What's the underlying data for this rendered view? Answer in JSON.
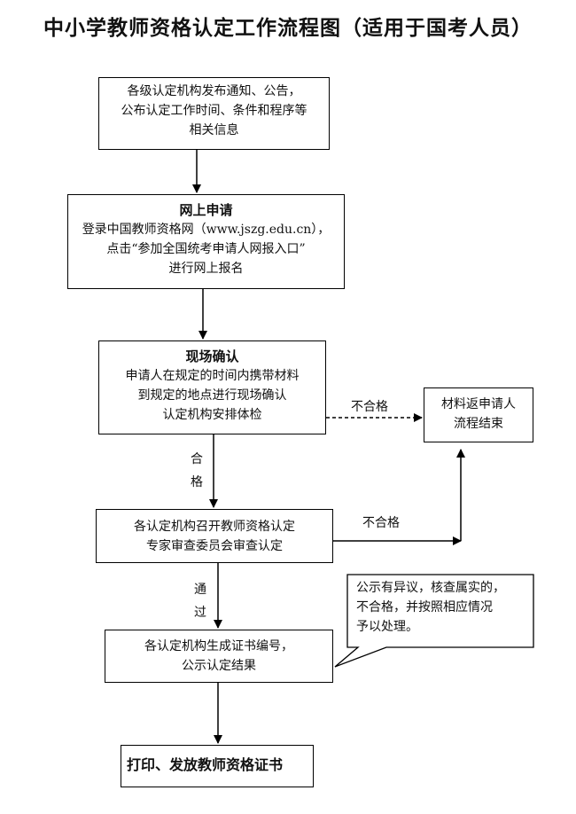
{
  "title": "中小学教师资格认定工作流程图（适用于国考人员）",
  "steps": {
    "notice": {
      "lines": [
        "各级认定机构发布通知、公告，",
        "公布认定工作时间、条件和程序等",
        "相关信息"
      ]
    },
    "online": {
      "heading": "网上申请",
      "lines": [
        "登录中国教师资格网（www.jszg.edu.cn），",
        "点击“参加全国统考申请人网报入口”",
        "进行网上报名"
      ]
    },
    "onsite": {
      "heading": "现场确认",
      "lines": [
        "申请人在规定的时间内携带材料",
        "到规定的地点进行现场确认",
        "认定机构安排体检"
      ]
    },
    "review": {
      "lines": [
        "各认定机构召开教师资格认定",
        "专家审查委员会审查认定"
      ]
    },
    "certificate": {
      "lines": [
        "各认定机构生成证书编号，",
        "公示认定结果"
      ]
    },
    "final": {
      "label": "打印、发放教师资格证书"
    },
    "end": {
      "lines": [
        "材料返申请人",
        "流程结束"
      ]
    }
  },
  "labels": {
    "onsite_fail": "不合格",
    "review_fail": "不合格",
    "pass_chars": [
      "合",
      "格"
    ],
    "through_chars": [
      "通",
      "过"
    ]
  },
  "callout": {
    "lines": [
      "公示有异议，核查属实的，",
      "不合格，并按照相应情况",
      "予以处理。"
    ]
  }
}
